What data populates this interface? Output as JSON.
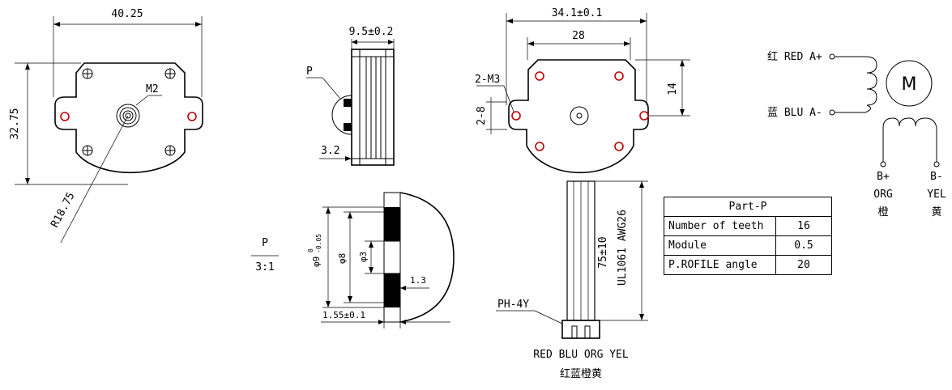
{
  "front_view": {
    "width_dim": "40.25",
    "height_dim": "32.75",
    "radius_dim": "R18.75",
    "thread_label": "M2"
  },
  "side_view": {
    "width_dim": "9.5±0.2",
    "part_label": "P",
    "shaft_dim": "3.2"
  },
  "detail_view": {
    "label": "P",
    "scale": "3:1",
    "dia_outer": "φ9",
    "dia_outer_tol_upper": "0",
    "dia_outer_tol_lower": "-0.05",
    "dia_middle": "φ8",
    "dia_inner": "φ3",
    "step_dim": "1.3",
    "thickness_dim": "1.55±0.1"
  },
  "back_view": {
    "width_dim": "34.1±0.1",
    "hole_spacing": "28",
    "height_dim": "14",
    "hole_label": "2-M3",
    "offset_dim": "2-8",
    "cable_length": "75±10",
    "cable_spec": "UL1061 AWG26",
    "connector": "PH-4Y",
    "wire_colors_en": "RED BLU ORG YEL",
    "wire_colors_cn": "红蓝橙黄"
  },
  "part_table": {
    "title": "Part-P",
    "rows": [
      {
        "label": "Number of teeth",
        "value": "16"
      },
      {
        "label": "Module",
        "value": "0.5"
      },
      {
        "label": "P.ROFILE angle",
        "value": "20"
      }
    ]
  },
  "wiring": {
    "a_plus": "红 RED A+",
    "a_minus": "蓝 BLU A-",
    "motor_symbol": "M",
    "b_plus": "B+",
    "b_plus_color": "ORG",
    "b_plus_cn": "橙",
    "b_minus": "B-",
    "b_minus_color": "YEL",
    "b_minus_cn": "黄"
  }
}
